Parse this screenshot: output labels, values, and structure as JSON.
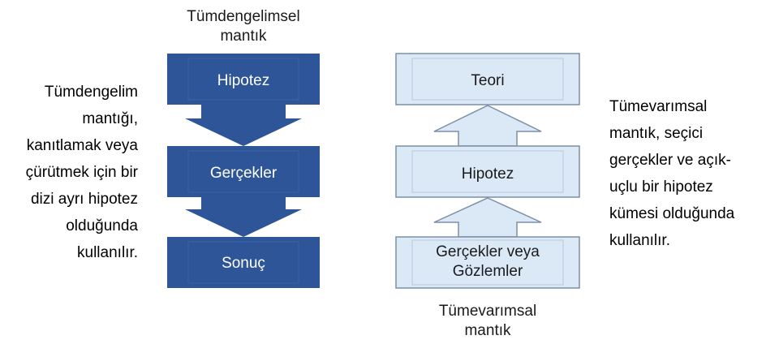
{
  "deductive": {
    "title_line1": "Tümdengelimsel",
    "title_line2": "mantık",
    "boxes": [
      "Hipotez",
      "Gerçekler",
      "Sonuç"
    ],
    "description_lines": [
      "Tümdengelim",
      "mantığı,",
      "kanıtlamak veya",
      "çürütmek için bir",
      "dizi ayrı hipotez",
      "olduğunda",
      "kullanılır."
    ],
    "box_color": "#2e5597",
    "text_color": "#ffffff"
  },
  "inductive": {
    "title_line1": "Tümevarımsal",
    "title_line2": "mantık",
    "boxes": [
      {
        "line1": "Teori",
        "line2": ""
      },
      {
        "line1": "Hipotez",
        "line2": ""
      },
      {
        "line1": "Gerçekler veya",
        "line2": "Gözlemler"
      }
    ],
    "description_lines": [
      "Tümevarımsal",
      "mantık, seçici",
      "gerçekler ve açık-",
      "uçlu bir hipotez",
      "kümesi olduğunda",
      "kullanılır."
    ],
    "box_fill": "#dbe8f6",
    "box_stroke": "#7c8fa6",
    "text_color": "#1a1a1a"
  }
}
